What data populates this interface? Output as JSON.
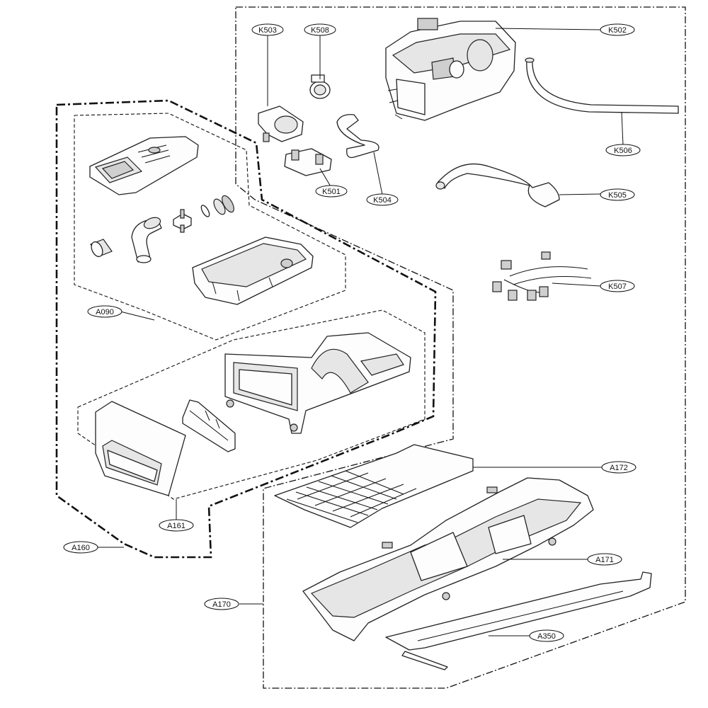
{
  "diagram": {
    "labels": {
      "K503": "K503",
      "K508": "K508",
      "K502": "K502",
      "K506": "K506",
      "K501": "K501",
      "K504": "K504",
      "K505": "K505",
      "K507": "K507",
      "A090": "A090",
      "A161": "A161",
      "A160": "A160",
      "A172": "A172",
      "A171": "A171",
      "A170": "A170",
      "A350": "A350"
    }
  }
}
